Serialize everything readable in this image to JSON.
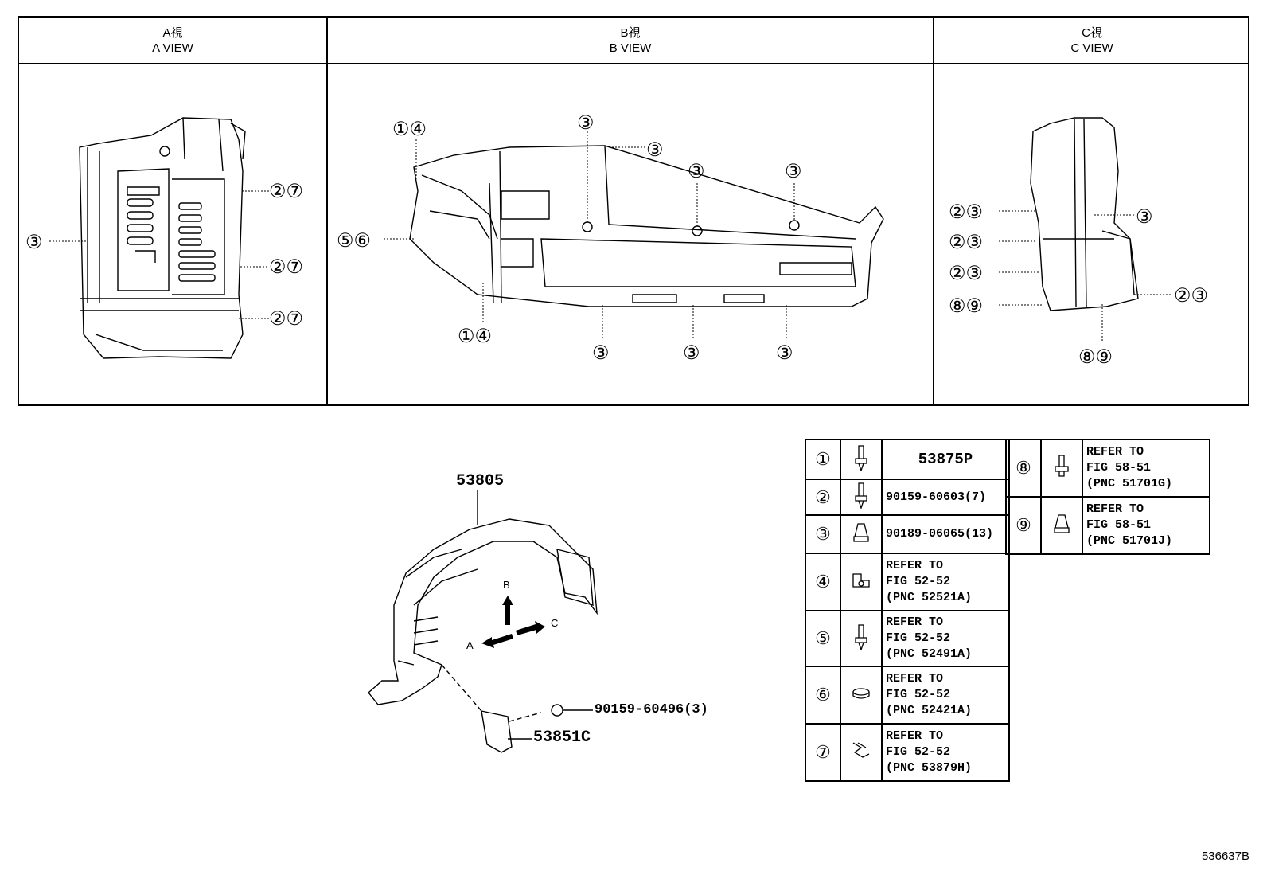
{
  "views": [
    {
      "jp": "A視",
      "en": "A VIEW"
    },
    {
      "jp": "B視",
      "en": "B VIEW"
    },
    {
      "jp": "C視",
      "en": "C VIEW"
    }
  ],
  "callouts": {
    "a": {
      "left": "③",
      "r1": "②⑦",
      "r2": "②⑦",
      "r3": "②⑦"
    },
    "b": {
      "tl": "①④",
      "ml": "⑤⑥",
      "bl": "①④",
      "t1": "③",
      "t2": "③",
      "t3": "③",
      "t4": "③",
      "b1": "③",
      "b2": "③",
      "b3": "③"
    },
    "c": {
      "l1": "②③",
      "l2": "②③",
      "l3": "②③",
      "l4": "⑧⑨",
      "r1": "③",
      "r2": "②③",
      "b1": "⑧⑨"
    }
  },
  "main": {
    "part": "53805",
    "fastener": "90159-60496(3)",
    "flap": "53851C",
    "arrow_a": "A",
    "arrow_b": "B",
    "arrow_c": "C"
  },
  "legend_left": [
    {
      "num": "①",
      "icon": "bolt-icon",
      "text": "53875P"
    },
    {
      "num": "②",
      "icon": "bolt-icon",
      "text": "90159-60603(7)"
    },
    {
      "num": "③",
      "icon": "clip-icon",
      "text": "90189-06065(13)"
    },
    {
      "num": "④",
      "icon": "nut-clip-icon",
      "text": "REFER TO\nFIG 52-52\n(PNC 52521A)"
    },
    {
      "num": "⑤",
      "icon": "bolt-icon",
      "text": "REFER TO\nFIG 52-52\n(PNC 52491A)"
    },
    {
      "num": "⑥",
      "icon": "grommet-icon",
      "text": "REFER TO\nFIG 52-52\n(PNC 52421A)"
    },
    {
      "num": "⑦",
      "icon": "spring-clip-icon",
      "text": "REFER TO\nFIG 52-52\n(PNC 53879H)"
    }
  ],
  "legend_right": [
    {
      "num": "⑧",
      "icon": "screw-icon",
      "text": "REFER TO\nFIG 58-51\n(PNC 51701G)"
    },
    {
      "num": "⑨",
      "icon": "clip-icon",
      "text": "REFER TO\nFIG 58-51\n(PNC 51701J)"
    }
  ],
  "figure_ref": "536637B"
}
